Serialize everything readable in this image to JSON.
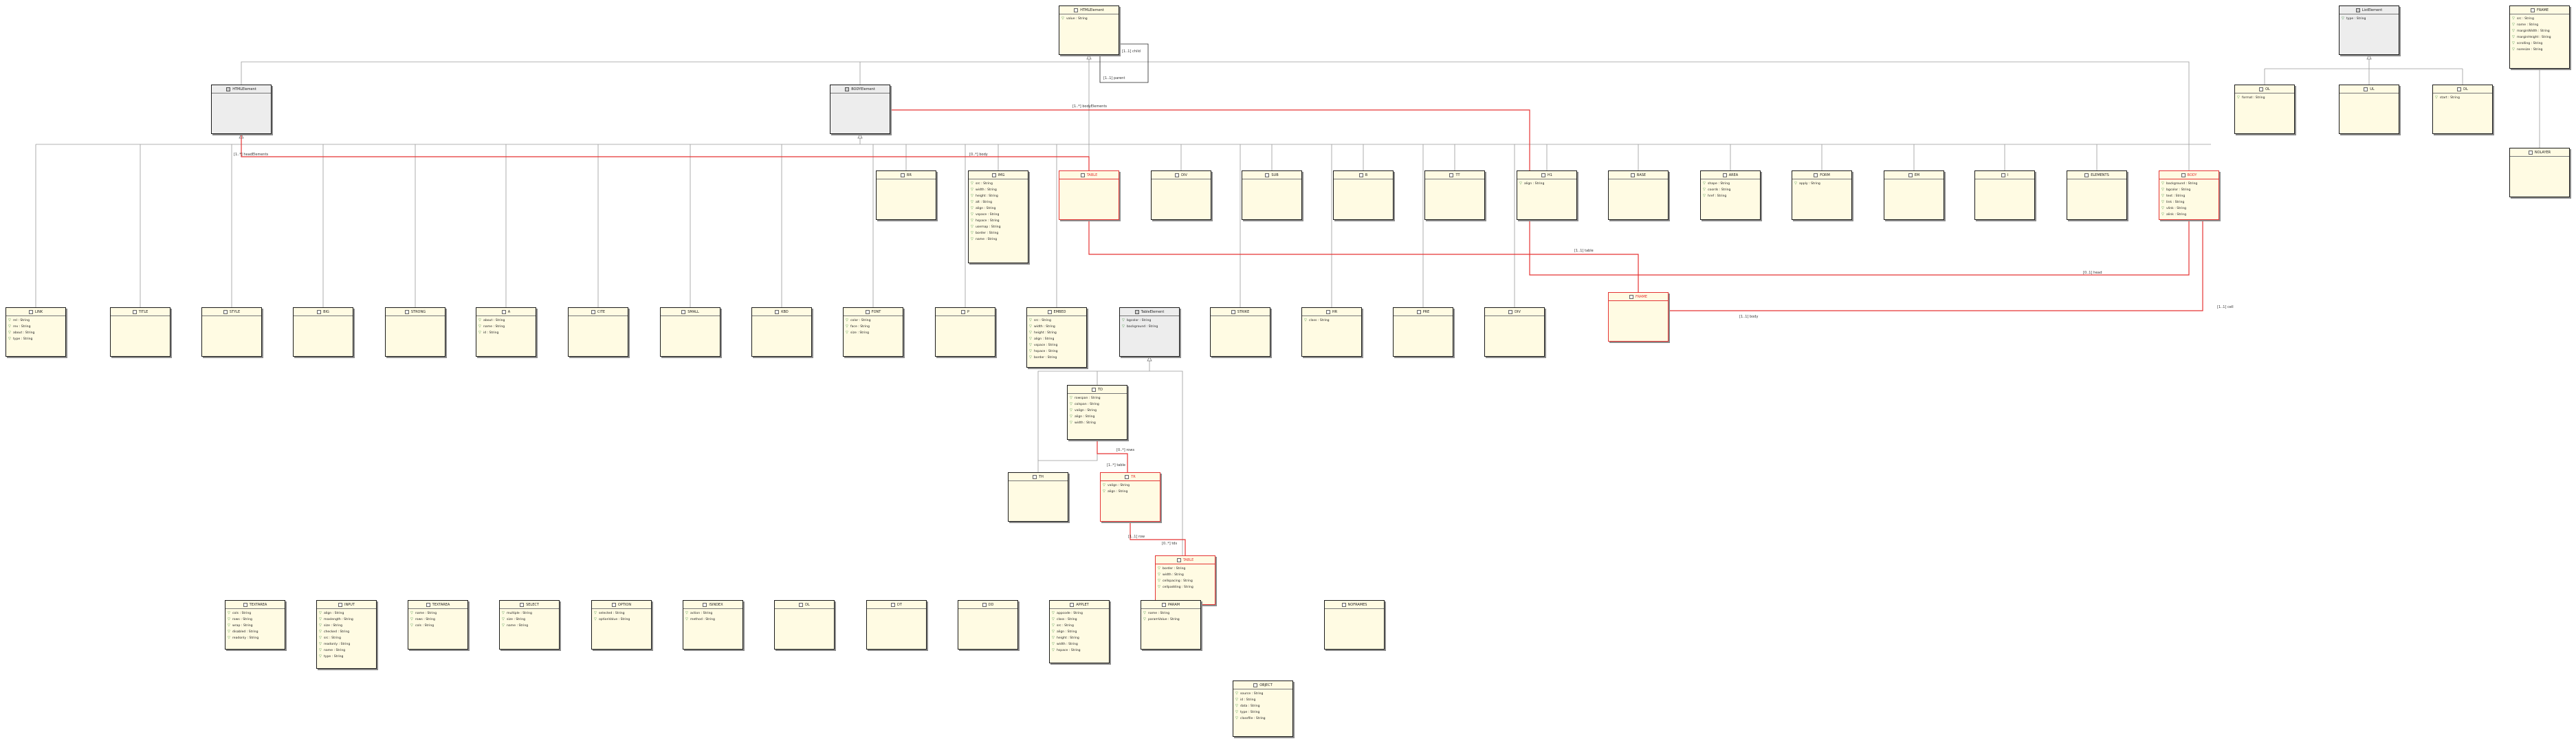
{
  "diagram": {
    "classes": [
      {
        "id": "HTMLElement",
        "name": "HTMLElement",
        "kind": "class",
        "attrs": [
          "value : String"
        ]
      },
      {
        "id": "ListElement",
        "name": "ListElement",
        "kind": "interface",
        "attrs": [
          "type : String"
        ]
      },
      {
        "id": "FRAME",
        "name": "FRAME",
        "kind": "class",
        "attrs": [
          "src : String",
          "name : String",
          "marginWidth : String",
          "marginHeight : String",
          "scrolling : String",
          "noresize : String"
        ]
      },
      {
        "id": "HTMLElement2",
        "name": "HTMLElement",
        "kind": "interface",
        "attrs": []
      },
      {
        "id": "BODYElement",
        "name": "BODYElement",
        "kind": "interface",
        "attrs": []
      },
      {
        "id": "OL",
        "name": "OL",
        "kind": "class",
        "attrs": [
          "format : String"
        ]
      },
      {
        "id": "UL",
        "name": "UL",
        "kind": "class",
        "attrs": []
      },
      {
        "id": "DL",
        "name": "DL",
        "kind": "class",
        "attrs": [
          "start : String"
        ]
      },
      {
        "id": "NOLAYER",
        "name": "NOLAYER",
        "kind": "class",
        "attrs": []
      },
      {
        "id": "BR",
        "name": "BR",
        "kind": "class",
        "attrs": []
      },
      {
        "id": "IMG",
        "name": "IMG",
        "kind": "class",
        "attrs": [
          "src : String",
          "width : String",
          "height : String",
          "alt : String",
          "align : String",
          "vspace : String",
          "hspace : String",
          "usemap : String",
          "border : String",
          "name : String"
        ]
      },
      {
        "id": "TABLE_R",
        "name": "TABLE",
        "kind": "class",
        "red": true,
        "attrs": []
      },
      {
        "id": "DIV",
        "name": "DIV",
        "kind": "class",
        "attrs": []
      },
      {
        "id": "SUB",
        "name": "SUB",
        "kind": "class",
        "attrs": []
      },
      {
        "id": "B",
        "name": "B",
        "kind": "class",
        "attrs": []
      },
      {
        "id": "TT",
        "name": "TT",
        "kind": "class",
        "attrs": []
      },
      {
        "id": "H1",
        "name": "H1",
        "kind": "class",
        "attrs": [
          "align : String"
        ]
      },
      {
        "id": "BASE",
        "name": "BASE",
        "kind": "class",
        "attrs": []
      },
      {
        "id": "AREA",
        "name": "AREA",
        "kind": "class",
        "attrs": [
          "shape : String",
          "coords : String",
          "href : String"
        ]
      },
      {
        "id": "FORM",
        "name": "FORM",
        "kind": "class",
        "attrs": [
          "apply : String"
        ]
      },
      {
        "id": "EM",
        "name": "EM",
        "kind": "class",
        "attrs": []
      },
      {
        "id": "I",
        "name": "I",
        "kind": "class",
        "attrs": []
      },
      {
        "id": "ELEMENTS",
        "name": "ELEMENTS",
        "kind": "class",
        "attrs": []
      },
      {
        "id": "BODY",
        "name": "BODY",
        "kind": "class",
        "red": true,
        "attrs": [
          "background : String",
          "bgcolor : String",
          "text : String",
          "link : String",
          "vlink : String",
          "alink : String"
        ]
      },
      {
        "id": "LINK",
        "name": "LINK",
        "kind": "class",
        "attrs": [
          "rel : String",
          "rev : String",
          "about : String",
          "type : String"
        ]
      },
      {
        "id": "TITLE",
        "name": "TITLE",
        "kind": "class",
        "attrs": []
      },
      {
        "id": "STYLE",
        "name": "STYLE",
        "kind": "class",
        "attrs": []
      },
      {
        "id": "BIG",
        "name": "BIG",
        "kind": "class",
        "attrs": []
      },
      {
        "id": "STRONG",
        "name": "STRONG",
        "kind": "class",
        "attrs": []
      },
      {
        "id": "A",
        "name": "A",
        "kind": "class",
        "attrs": [
          "about : String",
          "name : String",
          "id : String"
        ]
      },
      {
        "id": "CITE",
        "name": "CITE",
        "kind": "class",
        "attrs": []
      },
      {
        "id": "SMALL",
        "name": "SMALL",
        "kind": "class",
        "attrs": []
      },
      {
        "id": "KBD",
        "name": "KBD",
        "kind": "class",
        "attrs": []
      },
      {
        "id": "FONT",
        "name": "FONT",
        "kind": "class",
        "attrs": [
          "color : String",
          "face : String",
          "size : String"
        ]
      },
      {
        "id": "P",
        "name": "P",
        "kind": "class",
        "attrs": []
      },
      {
        "id": "EMBED",
        "name": "EMBED",
        "kind": "class",
        "attrs": [
          "src : String",
          "width : String",
          "height : String",
          "align : String",
          "vspace : String",
          "hspace : String",
          "border : String"
        ]
      },
      {
        "id": "TableElement",
        "name": "TableElement",
        "kind": "interface",
        "attrs": [
          "bgcolor : String",
          "background : String"
        ]
      },
      {
        "id": "STRIKE",
        "name": "STRIKE",
        "kind": "class",
        "attrs": []
      },
      {
        "id": "HR",
        "name": "HR",
        "kind": "class",
        "attrs": [
          "class : String"
        ]
      },
      {
        "id": "PRE",
        "name": "PRE",
        "kind": "class",
        "attrs": []
      },
      {
        "id": "DIV2",
        "name": "DIV",
        "kind": "class",
        "attrs": []
      },
      {
        "id": "FRAME_R",
        "name": "FRAME",
        "kind": "class",
        "red": true,
        "attrs": []
      },
      {
        "id": "TD",
        "name": "TD",
        "kind": "class",
        "attrs": [
          "rowspan : String",
          "colspan : String",
          "valign : String",
          "align : String",
          "width : String"
        ]
      },
      {
        "id": "TH",
        "name": "TH",
        "kind": "class",
        "attrs": []
      },
      {
        "id": "TR",
        "name": "TR",
        "kind": "class",
        "red": true,
        "attrs": [
          "valign : String",
          "align : String"
        ]
      },
      {
        "id": "TABLE2",
        "name": "TABLE",
        "kind": "class",
        "red": true,
        "attrs": [
          "border : String",
          "width : String",
          "cellspacing : String",
          "cellpadding : String"
        ]
      },
      {
        "id": "TEXTAREA",
        "name": "TEXTAREA",
        "kind": "class",
        "attrs": [
          "cols : String",
          "rows : String",
          "wrap : String",
          "disabled : String",
          "readonly : String"
        ]
      },
      {
        "id": "NOFRAMES",
        "name": "NOFRAMES",
        "kind": "class",
        "attrs": []
      },
      {
        "id": "INPUT",
        "name": "INPUT",
        "kind": "class",
        "attrs": [
          "align : String",
          "maxlength : String",
          "size : String",
          "checked : String",
          "src : String",
          "readonly : String",
          "name : String",
          "type : String"
        ]
      },
      {
        "id": "TEXTAREA2",
        "name": "TEXTAREA",
        "kind": "class",
        "attrs": [
          "name : String",
          "rows : String",
          "cols : String"
        ]
      },
      {
        "id": "SELECT",
        "name": "SELECT",
        "kind": "class",
        "attrs": [
          "multiple : String",
          "size : String",
          "name : String"
        ]
      },
      {
        "id": "OPTION",
        "name": "OPTION",
        "kind": "class",
        "attrs": [
          "selected : String",
          "optionValue : String"
        ]
      },
      {
        "id": "ISINDEX",
        "name": "ISINDEX",
        "kind": "class",
        "attrs": [
          "action : String",
          "method : String"
        ]
      },
      {
        "id": "DL2",
        "name": "DL",
        "kind": "class",
        "attrs": []
      },
      {
        "id": "DT",
        "name": "DT",
        "kind": "class",
        "attrs": []
      },
      {
        "id": "DD",
        "name": "DD",
        "kind": "class",
        "attrs": []
      },
      {
        "id": "APPLET",
        "name": "APPLET",
        "kind": "class",
        "attrs": [
          "appcode : String",
          "class : String",
          "src : String",
          "align : String",
          "height : String",
          "width : String",
          "hspace : String"
        ]
      },
      {
        "id": "PARAM",
        "name": "PARAM",
        "kind": "class",
        "attrs": [
          "name : String",
          "paramValue : String"
        ]
      },
      {
        "id": "OBJECT",
        "name": "OBJECT",
        "kind": "class",
        "attrs": [
          "source : String",
          "id : String",
          "data : String",
          "type : String",
          "classfile : String"
        ]
      }
    ],
    "associations": [
      {
        "label": "[1..1] child"
      },
      {
        "label": "[1..1] parent"
      },
      {
        "label": "[1..*] bodyElements"
      },
      {
        "label": "[1..*] headElements"
      },
      {
        "label": "[0..1] head"
      },
      {
        "label": "[0..*] body"
      },
      {
        "label": "[1..1] table"
      },
      {
        "label": "[1..1] cell"
      },
      {
        "label": "[1..1] body"
      },
      {
        "label": "[0..*] rows"
      },
      {
        "label": "[1..*] table"
      },
      {
        "label": "[1..1] rows"
      },
      {
        "label": "[1..1] row"
      },
      {
        "label": "[0..*] tds"
      }
    ]
  }
}
